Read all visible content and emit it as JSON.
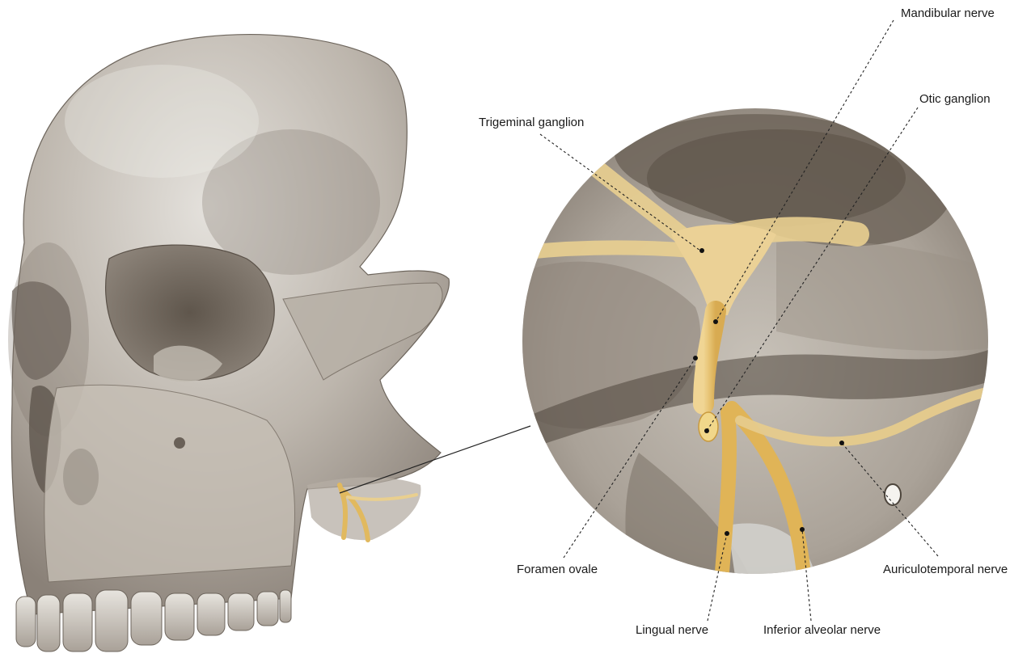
{
  "labels": {
    "mandibular_nerve": "Mandibular nerve",
    "otic_ganglion": "Otic ganglion",
    "trigeminal_ganglion": "Trigeminal ganglion",
    "foramen_ovale": "Foramen ovale",
    "auriculotemporal_nerve": "Auriculotemporal nerve",
    "lingual_nerve": "Lingual nerve",
    "inferior_alveolar_nerve": "Inferior alveolar nerve"
  },
  "colors": {
    "background": "#ffffff",
    "bone_light": "#d9d5cf",
    "bone_mid": "#b3aca3",
    "bone_dark": "#6f665d",
    "nerve": "#e8c57a",
    "nerve_dark": "#d4a84f",
    "leader_line": "#222222"
  }
}
